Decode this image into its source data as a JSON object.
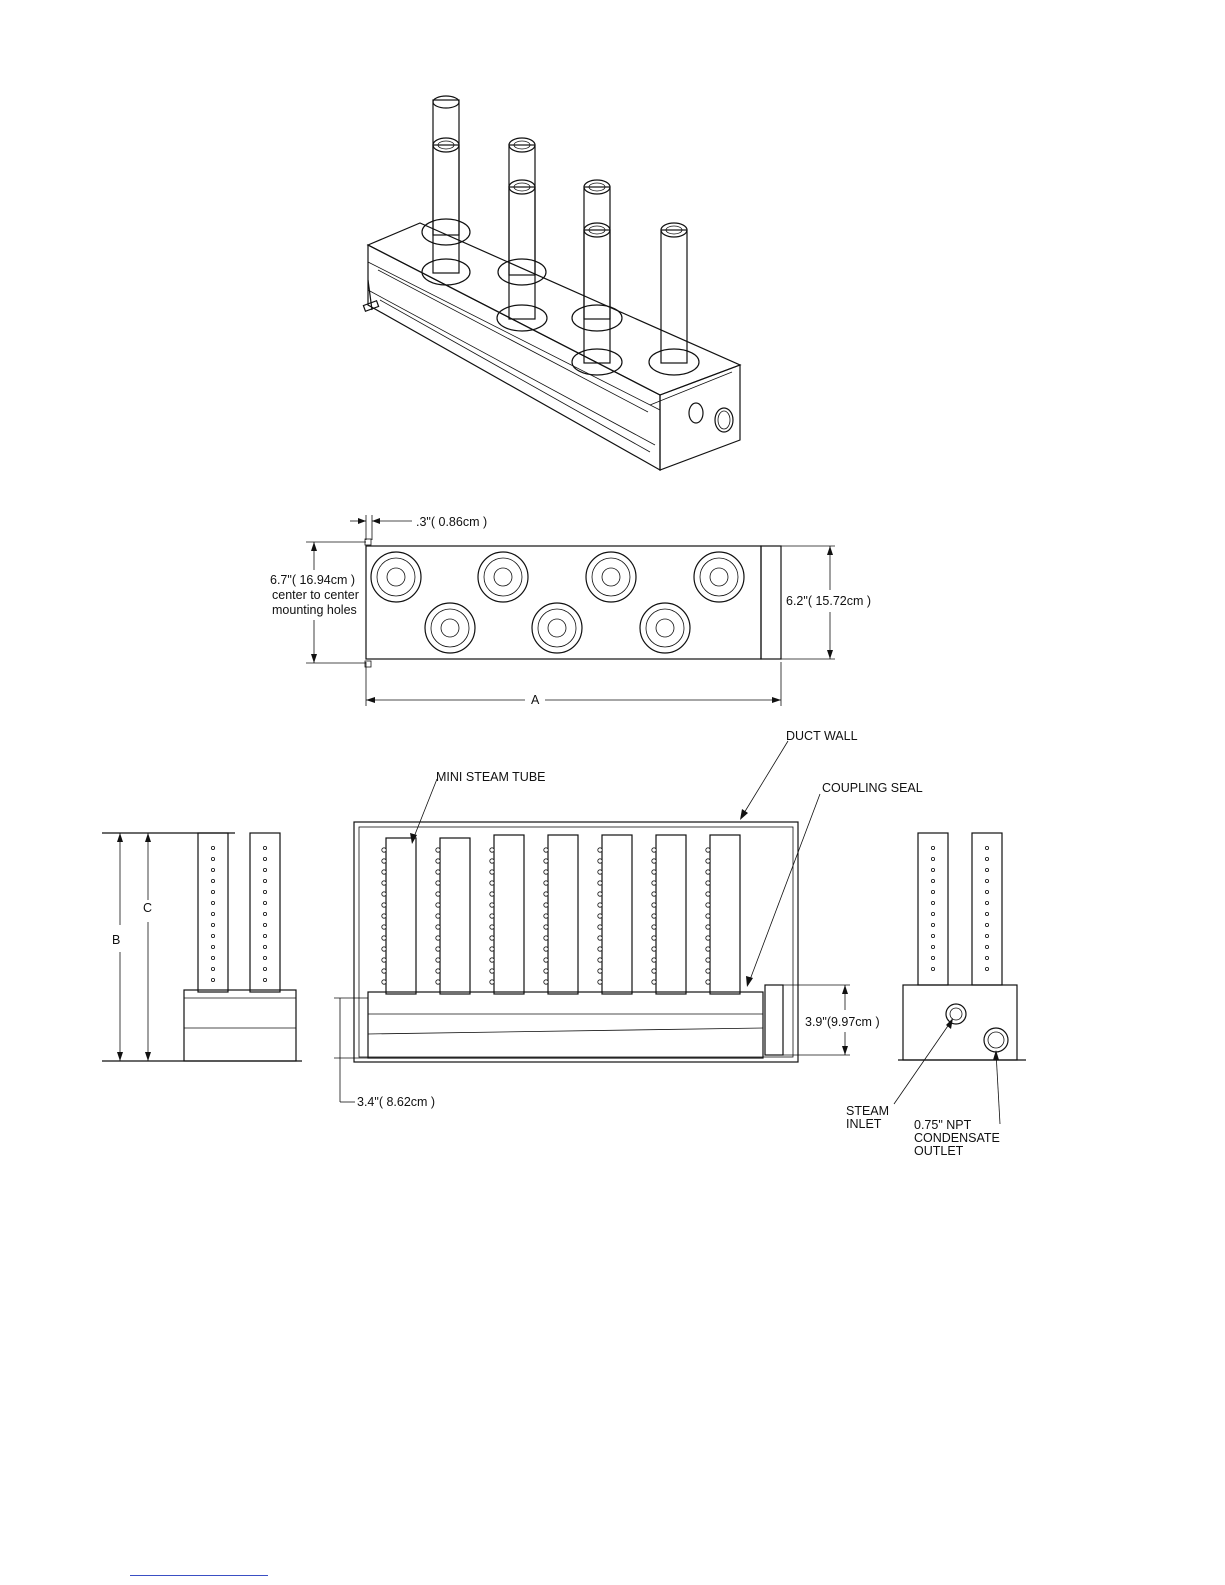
{
  "dimensions": {
    "offset": ".3\"( 0.86cm )",
    "mount_height": "6.7\"( 16.94cm )",
    "mount_note_1": "center to center",
    "mount_note_2": "mounting holes",
    "depth": "6.2\"( 15.72cm )",
    "length_label": "A",
    "height_b": "B",
    "height_c": "C",
    "header_height": "3.9\"(9.97cm )",
    "header_offset": "3.4\"( 8.62cm )"
  },
  "callouts": {
    "duct_wall": "DUCT WALL",
    "mini_steam_tube": "MINI STEAM TUBE",
    "coupling_seal": "COUPLING SEAL",
    "steam_inlet_1": "STEAM",
    "steam_inlet_2": "INLET",
    "condensate_1": "0.75\" NPT",
    "condensate_2": "CONDENSATE",
    "condensate_3": "OUTLET"
  }
}
